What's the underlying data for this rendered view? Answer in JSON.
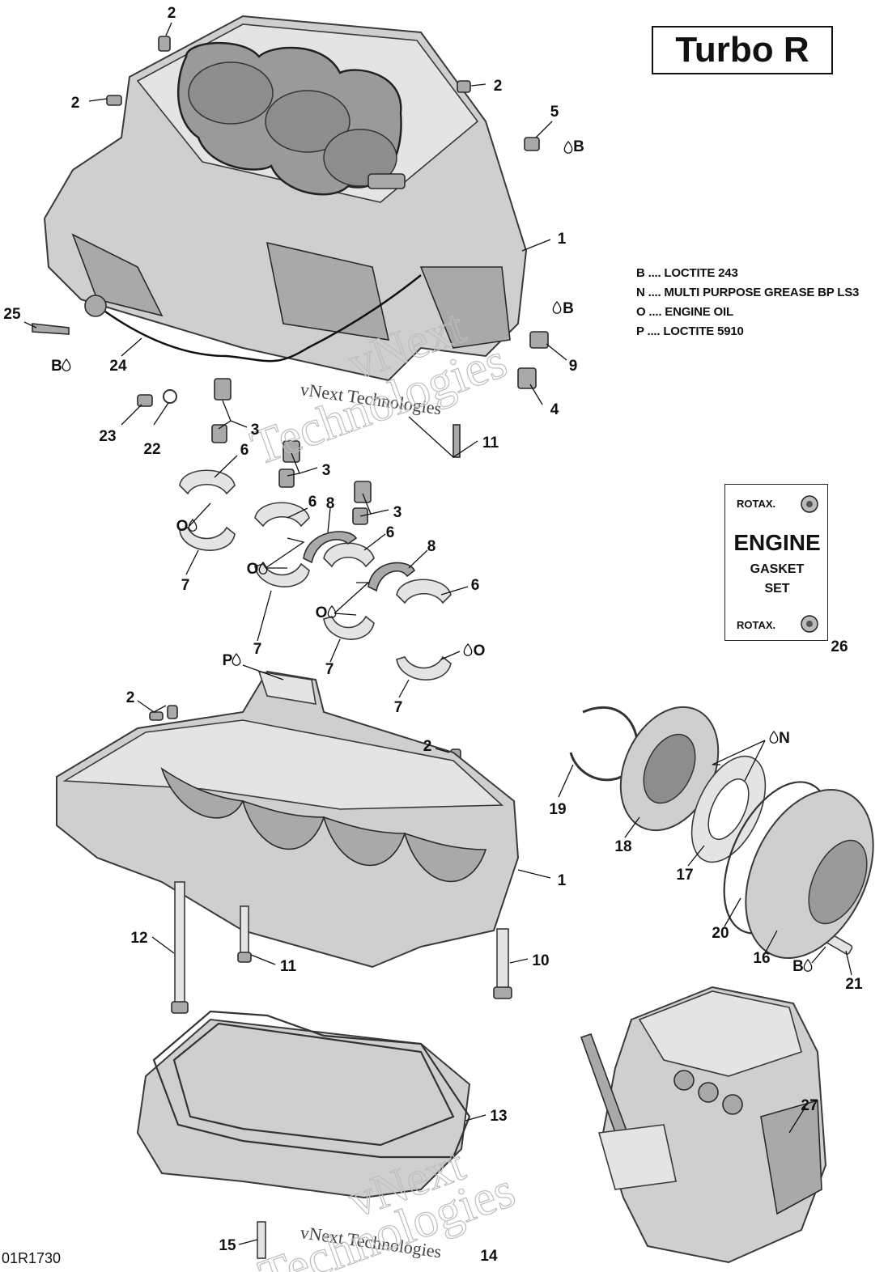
{
  "diagram": {
    "title": "Turbo R",
    "ref_code": "01R1730",
    "legend": [
      {
        "code": "B",
        "text": "B .... LOCTITE 243"
      },
      {
        "code": "N",
        "text": "N .... MULTI PURPOSE GREASE BP LS3"
      },
      {
        "code": "O",
        "text": "O .... ENGINE OIL"
      },
      {
        "code": "P",
        "text": "P .... LOCTITE 5910"
      }
    ],
    "kit_box": {
      "brand_top": "ROTAX.",
      "line1": "ENGINE",
      "line2": "GASKET",
      "line3": "SET",
      "brand_bottom": "ROTAX."
    },
    "watermark": {
      "line1": "vNext",
      "line2": "vNext Technologies",
      "line3": "Technologies"
    },
    "callouts": [
      {
        "id": "c-2a",
        "label": "2"
      },
      {
        "id": "c-2b",
        "label": "2"
      },
      {
        "id": "c-2c",
        "label": "2"
      },
      {
        "id": "c-5",
        "label": "5"
      },
      {
        "id": "c-5b",
        "label": "B"
      },
      {
        "id": "c-1a",
        "label": "1"
      },
      {
        "id": "c-25",
        "label": "25"
      },
      {
        "id": "c-25b",
        "label": "B"
      },
      {
        "id": "c-24",
        "label": "24"
      },
      {
        "id": "c-9b",
        "label": "B"
      },
      {
        "id": "c-9",
        "label": "9"
      },
      {
        "id": "c-4",
        "label": "4"
      },
      {
        "id": "c-11a",
        "label": "11"
      },
      {
        "id": "c-23",
        "label": "23"
      },
      {
        "id": "c-22",
        "label": "22"
      },
      {
        "id": "c-3a",
        "label": "3"
      },
      {
        "id": "c-3b",
        "label": "3"
      },
      {
        "id": "c-3c",
        "label": "3"
      },
      {
        "id": "c-6a",
        "label": "6"
      },
      {
        "id": "c-6b",
        "label": "6"
      },
      {
        "id": "c-6c",
        "label": "6"
      },
      {
        "id": "c-6d",
        "label": "6"
      },
      {
        "id": "c-8a",
        "label": "8"
      },
      {
        "id": "c-8b",
        "label": "8"
      },
      {
        "id": "c-o1",
        "label": "O"
      },
      {
        "id": "c-o2",
        "label": "O"
      },
      {
        "id": "c-o3",
        "label": "O"
      },
      {
        "id": "c-o4",
        "label": "O"
      },
      {
        "id": "c-7a",
        "label": "7"
      },
      {
        "id": "c-7b",
        "label": "7"
      },
      {
        "id": "c-7c",
        "label": "7"
      },
      {
        "id": "c-7d",
        "label": "7"
      },
      {
        "id": "c-p",
        "label": "P"
      },
      {
        "id": "c-26",
        "label": "26"
      },
      {
        "id": "c-2d",
        "label": "2"
      },
      {
        "id": "c-2e",
        "label": "2"
      },
      {
        "id": "c-n",
        "label": "N"
      },
      {
        "id": "c-19",
        "label": "19"
      },
      {
        "id": "c-18",
        "label": "18"
      },
      {
        "id": "c-17",
        "label": "17"
      },
      {
        "id": "c-1b",
        "label": "1"
      },
      {
        "id": "c-20",
        "label": "20"
      },
      {
        "id": "c-16",
        "label": "16"
      },
      {
        "id": "c-21b",
        "label": "B"
      },
      {
        "id": "c-21",
        "label": "21"
      },
      {
        "id": "c-12",
        "label": "12"
      },
      {
        "id": "c-11b",
        "label": "11"
      },
      {
        "id": "c-10",
        "label": "10"
      },
      {
        "id": "c-13",
        "label": "13"
      },
      {
        "id": "c-27",
        "label": "27"
      },
      {
        "id": "c-15",
        "label": "15"
      },
      {
        "id": "c-14",
        "label": "14"
      }
    ]
  }
}
